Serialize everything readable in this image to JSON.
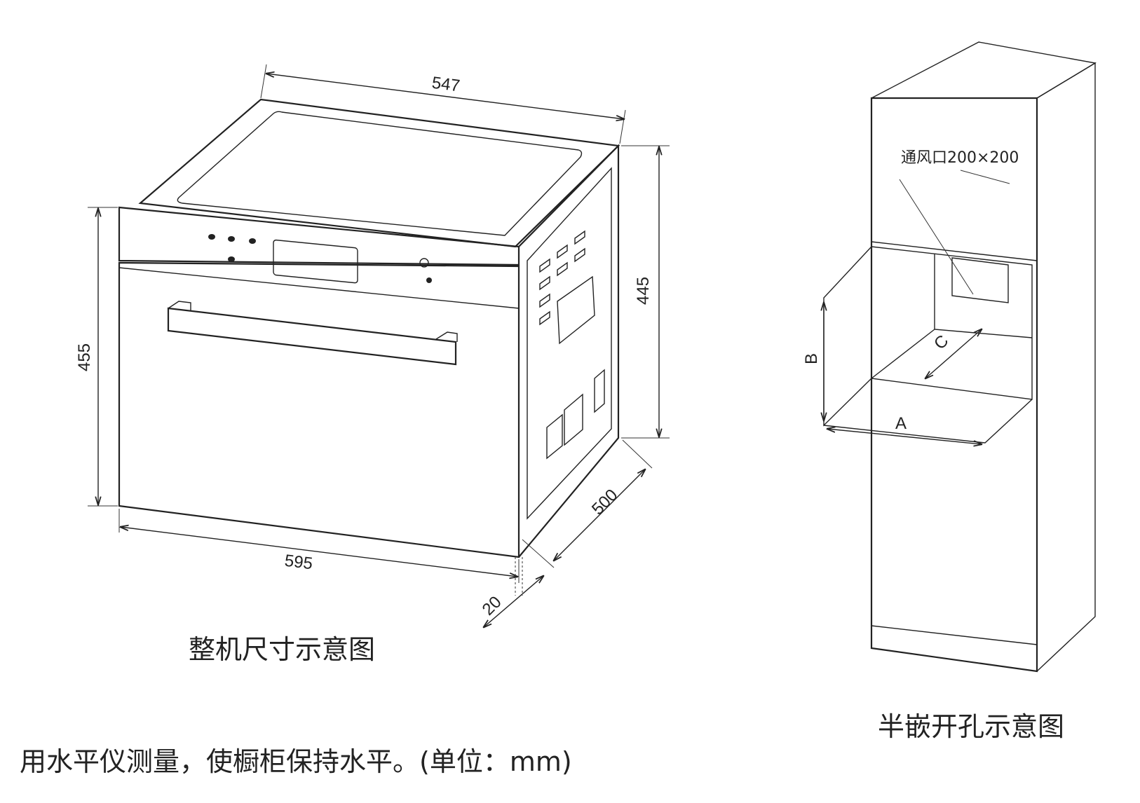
{
  "oven_diagram": {
    "caption": "整机尺寸示意图",
    "dim_top_width": "547",
    "dim_front_width": "595",
    "dim_front_height": "455",
    "dim_side_height": "445",
    "dim_depth": "500",
    "dim_offset": "20"
  },
  "cabinet_diagram": {
    "caption": "半嵌开孔示意图",
    "vent_label": "通风口200×200",
    "label_a": "A",
    "label_b": "B",
    "label_c": "C"
  },
  "footer_note": "用水平仪测量，使橱柜保持水平。(单位：mm)"
}
